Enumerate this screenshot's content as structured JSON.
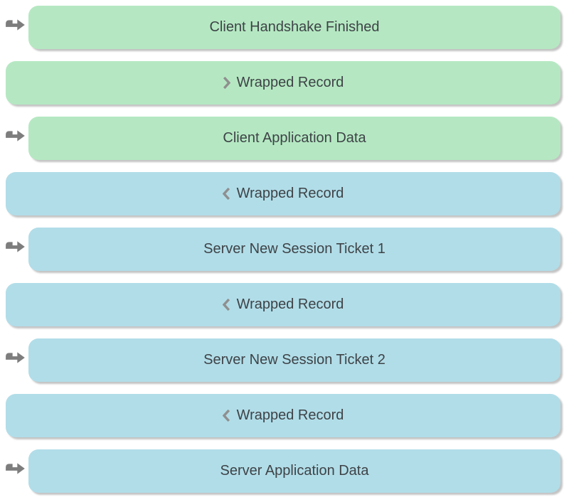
{
  "colors": {
    "client_fill": "#b5e8c2",
    "server_fill": "#b1dde8",
    "label_text": "#3e4347",
    "arrow_icon": "#7d7d7d",
    "chevron_icon": "#8f8f8f"
  },
  "rows": [
    {
      "label": "Client Handshake Finished",
      "side": "client",
      "kind": "message",
      "sent_arrow": true,
      "chevron": "none"
    },
    {
      "label": "Wrapped Record",
      "side": "client",
      "kind": "record",
      "sent_arrow": false,
      "chevron": "right"
    },
    {
      "label": "Client Application Data",
      "side": "client",
      "kind": "message",
      "sent_arrow": true,
      "chevron": "none"
    },
    {
      "label": "Wrapped Record",
      "side": "server",
      "kind": "record",
      "sent_arrow": false,
      "chevron": "left"
    },
    {
      "label": "Server New Session Ticket 1",
      "side": "server",
      "kind": "message",
      "sent_arrow": true,
      "chevron": "none"
    },
    {
      "label": "Wrapped Record",
      "side": "server",
      "kind": "record",
      "sent_arrow": false,
      "chevron": "left"
    },
    {
      "label": "Server New Session Ticket 2",
      "side": "server",
      "kind": "message",
      "sent_arrow": true,
      "chevron": "none"
    },
    {
      "label": "Wrapped Record",
      "side": "server",
      "kind": "record",
      "sent_arrow": false,
      "chevron": "left"
    },
    {
      "label": "Server Application Data",
      "side": "server",
      "kind": "message",
      "sent_arrow": true,
      "chevron": "none"
    }
  ]
}
